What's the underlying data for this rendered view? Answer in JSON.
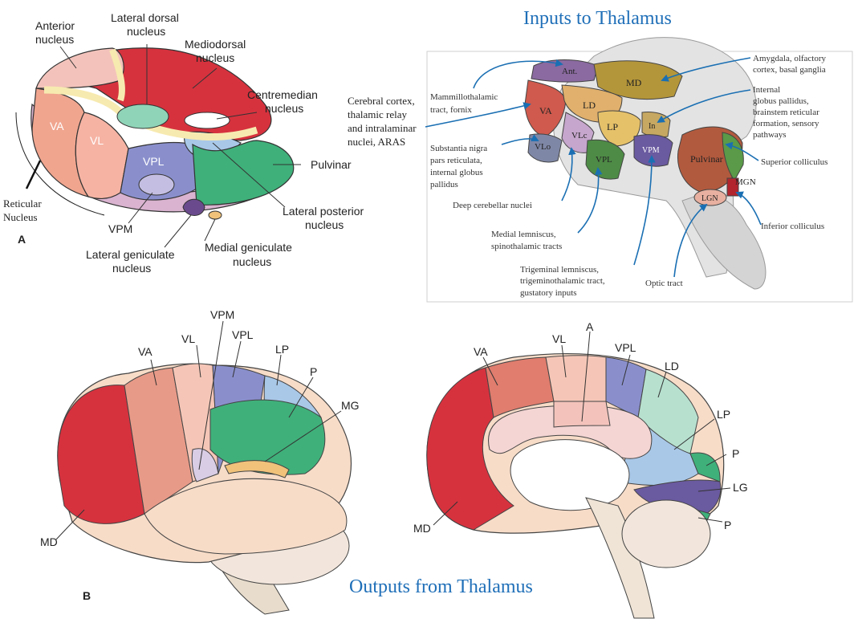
{
  "colors": {
    "title_blue": "#1f6fb8",
    "arrow_blue": "#1a6fb3",
    "red": "#d6323e",
    "salmon": "#f0a58f",
    "pink": "#f3c3bb",
    "lavender": "#8a8fcc",
    "green": "#3fb07a",
    "light_blue": "#a9c8e8",
    "purple": "#6a4a8c",
    "orange": "#f0c27a"
  },
  "panel_a": {
    "letter": "A",
    "labels": {
      "anterior_1": "Anterior",
      "anterior_2": "nucleus",
      "lateral_dorsal_1": "Lateral dorsal",
      "lateral_dorsal_2": "nucleus",
      "mediodorsal_1": "Mediodorsal",
      "mediodorsal_2": "nucleus",
      "centremedian_1": "Centremedian",
      "centremedian_2": "nucleus",
      "pulvinar": "Pulvinar",
      "lateral_posterior_1": "Lateral posterior",
      "lateral_posterior_2": "nucleus",
      "medial_geniculate_1": "Medial geniculate",
      "medial_geniculate_2": "nucleus",
      "lateral_geniculate_1": "Lateral geniculate",
      "lateral_geniculate_2": "nucleus",
      "vpm": "VPM",
      "reticular_1": "Reticular",
      "reticular_2": "Nucleus",
      "va": "VA",
      "vl": "VL",
      "vpl": "VPL"
    }
  },
  "inputs": {
    "title": "Inputs to Thalamus",
    "regions": {
      "ant": "Ant.",
      "md": "MD",
      "va": "VA",
      "ld": "LD",
      "lp": "LP",
      "in": "In",
      "vlc": "VLc",
      "vlo": "VLo",
      "vpl": "VPL",
      "vpm": "VPM",
      "pulvinar": "Pulvinar",
      "mgn": "MGN",
      "lgn": "LGN"
    },
    "annotations": {
      "mammillothalamic_1": "Mammillothalamic",
      "mammillothalamic_2": "tract, fornix",
      "cortex_1": "Cerebral cortex,",
      "cortex_2": "thalamic relay",
      "cortex_3": "and intralaminar",
      "cortex_4": "nuclei, ARAS",
      "nigra_1": "Substantia nigra",
      "nigra_2": "pars reticulata,",
      "nigra_3": "internal globus",
      "nigra_4": "pallidus",
      "cerebellar": "Deep cerebellar nuclei",
      "lemniscus_1": "Medial lemniscus,",
      "lemniscus_2": "spinothalamic tracts",
      "trigeminal_1": "Trigeminal lemniscus,",
      "trigeminal_2": "trigeminothalamic tract,",
      "trigeminal_3": "gustatory inputs",
      "optic": "Optic tract",
      "amygdala_1": "Amygdala, olfactory",
      "amygdala_2": "cortex, basal ganglia",
      "internal_1": "Internal",
      "internal_2": "globus pallidus,",
      "internal_3": "brainstem reticular",
      "internal_4": "formation, sensory",
      "internal_5": "pathways",
      "sup_colliculus": "Superior colliculus",
      "inf_colliculus": "Inferior colliculus"
    }
  },
  "outputs": {
    "title": "Outputs from Thalamus",
    "letter": "B",
    "lateral": {
      "va": "VA",
      "vl": "VL",
      "vpm": "VPM",
      "vpl": "VPL",
      "lp": "LP",
      "p": "P",
      "mg": "MG",
      "md": "MD"
    },
    "medial": {
      "va": "VA",
      "vl": "VL",
      "a": "A",
      "vpl": "VPL",
      "ld": "LD",
      "lp": "LP",
      "p1": "P",
      "lg": "LG",
      "p2": "P",
      "md": "MD"
    }
  }
}
